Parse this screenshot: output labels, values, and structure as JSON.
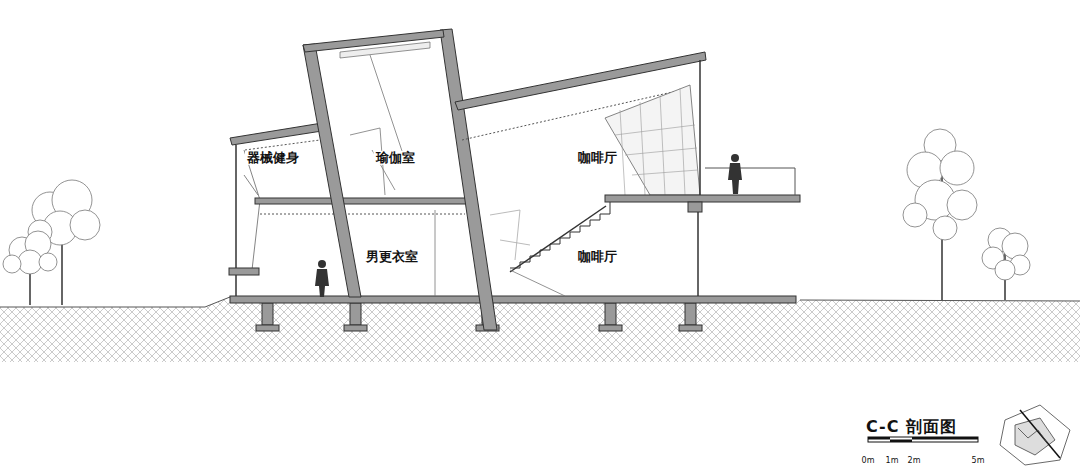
{
  "diagram": {
    "title": "C-C 剖面图",
    "labels": [
      "器械健身",
      "瑜伽室",
      "咖啡厅",
      "男更衣室",
      "咖啡厅",
      "0m",
      "1m",
      "2m",
      "5m"
    ]
  }
}
